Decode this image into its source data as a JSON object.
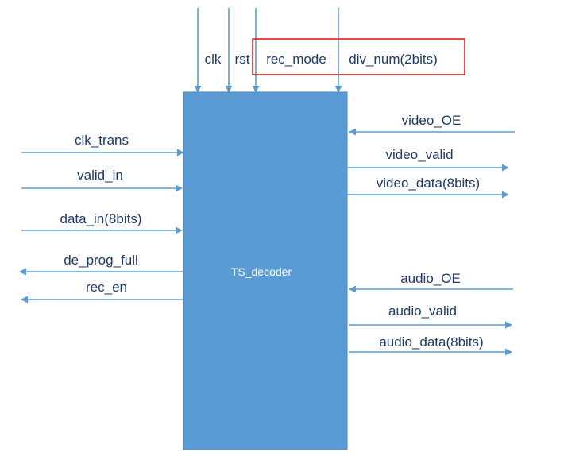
{
  "block": {
    "name": "TS_decoder"
  },
  "top_inputs": [
    "clk",
    "rst",
    "rec_mode",
    "div_num(2bits)"
  ],
  "left_inputs": [
    "clk_trans",
    "valid_in",
    "data_in(8bits)"
  ],
  "left_outputs": [
    "de_prog_full",
    "rec_en"
  ],
  "right_inputs": [
    "video_OE",
    "audio_OE"
  ],
  "right_outputs": [
    "video_valid",
    "video_data(8bits)",
    "audio_valid",
    "audio_data(8bits)"
  ],
  "highlight": {
    "signals": [
      "rec_mode",
      "div_num(2bits)"
    ],
    "color": "#e02020"
  },
  "colors": {
    "block_fill": "#5b9bd5",
    "block_stroke": "#4a84ba",
    "arrow": "#5b9bd5",
    "text": "#1f3a6b"
  }
}
